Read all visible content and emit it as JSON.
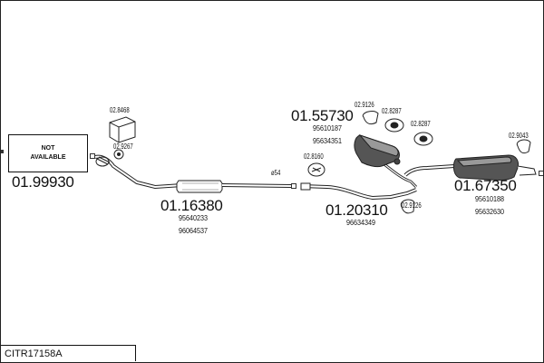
{
  "model_code": "CITR17158A",
  "not_available": {
    "line1": "NOT",
    "line2": "AVAILABLE"
  },
  "part_numbers": [
    "01.99930",
    "01.16380",
    "01.55730",
    "01.20310",
    "01.67350"
  ],
  "oe_numbers": [
    "95640233",
    "96064537",
    "95610187",
    "95634351",
    "96634349",
    "95610188",
    "95632630"
  ],
  "fitting_refs": [
    "02.8468",
    "02.9267",
    "02.8160",
    "02.9126",
    "02.8287",
    "02.8287",
    "02.9126",
    "02.9043"
  ],
  "pipe_dimension": "ø54"
}
